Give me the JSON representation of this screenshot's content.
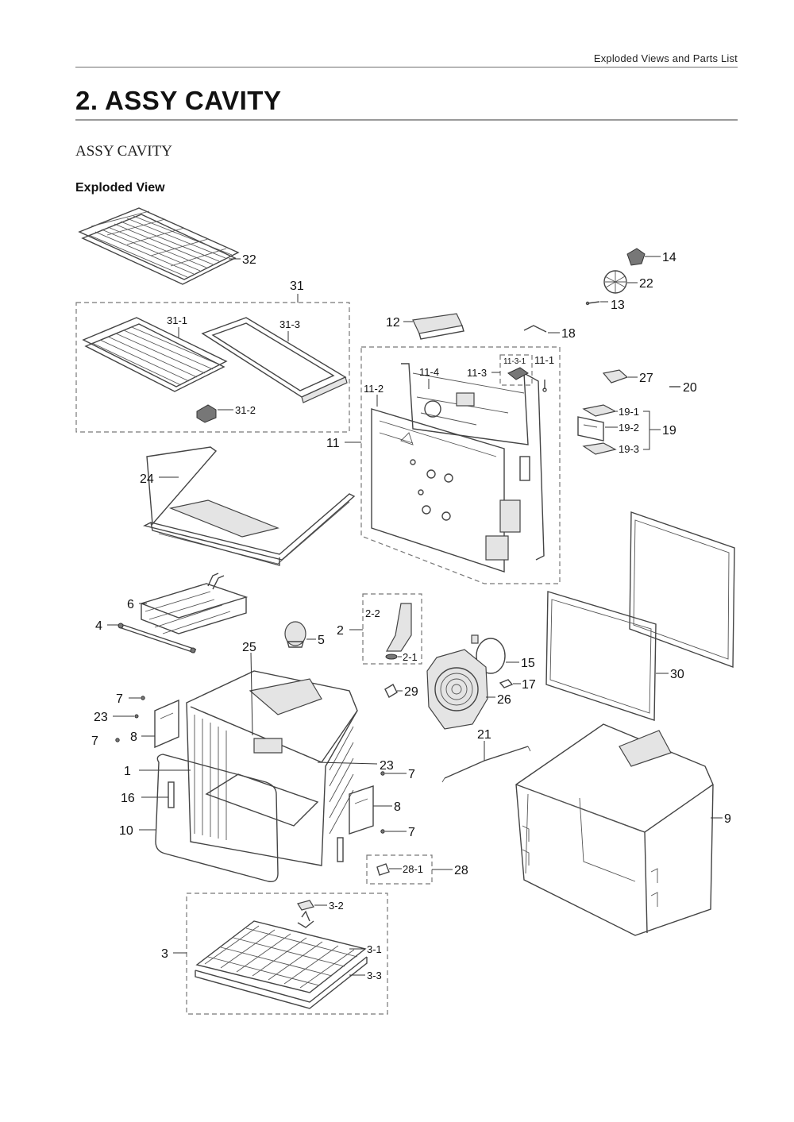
{
  "header": {
    "section": "Exploded Views and Parts List"
  },
  "page": {
    "title": "2.  ASSY CAVITY",
    "subtitle": "ASSY CAVITY",
    "view_label": "Exploded View"
  },
  "callouts": {
    "c32": "32",
    "c31": "31",
    "c31_1": "31-1",
    "c31_3": "31-3",
    "c31_2": "31-2",
    "c12": "12",
    "c18": "18",
    "c14": "14",
    "c22": "22",
    "c13": "13",
    "c11_4": "11-4",
    "c11_3": "11-3",
    "c11_3_1": "11-3-1",
    "c11_1": "11-1",
    "c11_2": "11-2",
    "c11": "11",
    "c27": "27",
    "c20": "20",
    "c19_1": "19-1",
    "c19_2": "19-2",
    "c19_3": "19-3",
    "c19": "19",
    "c24": "24",
    "c6": "6",
    "c4": "4",
    "c5": "5",
    "c2": "2",
    "c2_2": "2-2",
    "c2_1": "2-1",
    "c15": "15",
    "c17": "17",
    "c26": "26",
    "c29": "29",
    "c30": "30",
    "c25": "25",
    "c7a": "7",
    "c23a": "23",
    "c7b": "7",
    "c8a": "8",
    "c1": "1",
    "c16": "16",
    "c10": "10",
    "c23b": "23",
    "c7c": "7",
    "c8b": "8",
    "c7d": "7",
    "c21": "21",
    "c9": "9",
    "c28_1": "28-1",
    "c28": "28",
    "c3_2": "3-2",
    "c3": "3",
    "c3_1": "3-1",
    "c3_3": "3-3"
  }
}
